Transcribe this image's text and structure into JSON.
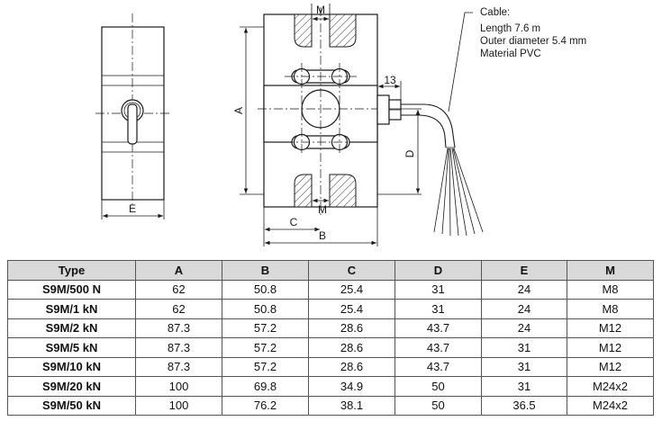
{
  "drawing": {
    "dimension_labels": {
      "m_top": "M",
      "m_bottom": "M",
      "a": "A",
      "b": "B",
      "c": "C",
      "d": "D",
      "e": "E",
      "thirteen": "13"
    },
    "cable_note": {
      "heading": "Cable:",
      "length": "Length 7.6 m",
      "diameter": "Outer diameter 5.4 mm",
      "material": "Material PVC"
    }
  },
  "table": {
    "headers": [
      "Type",
      "A",
      "B",
      "C",
      "D",
      "E",
      "M"
    ],
    "rows": [
      [
        "S9M/500 N",
        "62",
        "50.8",
        "25.4",
        "31",
        "24",
        "M8"
      ],
      [
        "S9M/1 kN",
        "62",
        "50.8",
        "25.4",
        "31",
        "24",
        "M8"
      ],
      [
        "S9M/2 kN",
        "87.3",
        "57.2",
        "28.6",
        "43.7",
        "24",
        "M12"
      ],
      [
        "S9M/5 kN",
        "87.3",
        "57.2",
        "28.6",
        "43.7",
        "31",
        "M12"
      ],
      [
        "S9M/10 kN",
        "87.3",
        "57.2",
        "28.6",
        "43.7",
        "31",
        "M12"
      ],
      [
        "S9M/20 kN",
        "100",
        "69.8",
        "34.9",
        "50",
        "31",
        "M24x2"
      ],
      [
        "S9M/50 kN",
        "100",
        "76.2",
        "38.1",
        "50",
        "36.5",
        "M24x2"
      ]
    ]
  }
}
